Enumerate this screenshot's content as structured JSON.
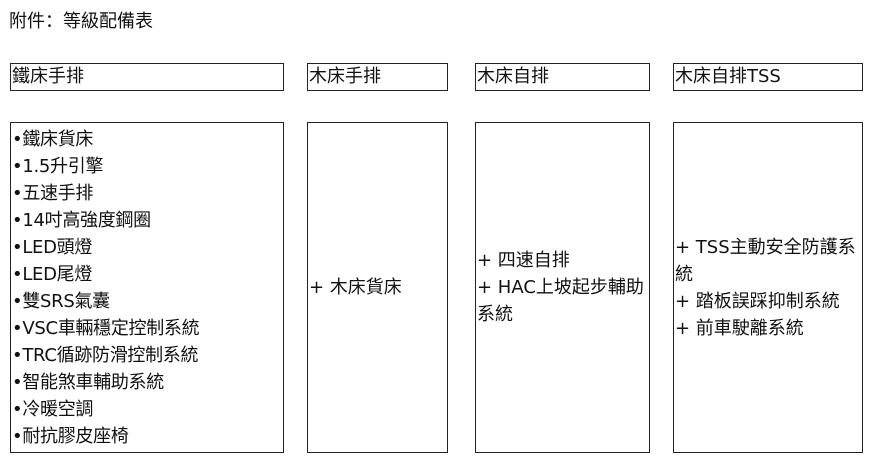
{
  "title": "附件：等級配備表",
  "columns": [
    {
      "header": "鐵床手排",
      "items": [
        "•鐵床貨床",
        "•1.5升引擎",
        "•五速手排",
        "•14吋高強度鋼圈",
        "•LED頭燈",
        "•LED尾燈",
        "•雙SRS氣囊",
        "•VSC車輛穩定控制系統",
        "•TRC循跡防滑控制系統",
        "•智能煞車輔助系統",
        "•冷暖空調",
        "•耐抗膠皮座椅"
      ]
    },
    {
      "header": "木床手排",
      "items": [
        "+ 木床貨床"
      ]
    },
    {
      "header": "木床自排",
      "items": [
        "+ 四速自排",
        "+ HAC上坡起步輔助系統"
      ]
    },
    {
      "header": "木床自排TSS",
      "items": [
        "+ TSS主動安全防護系統",
        "+ 踏板誤踩抑制系統",
        "+ 前車駛離系統"
      ]
    }
  ]
}
